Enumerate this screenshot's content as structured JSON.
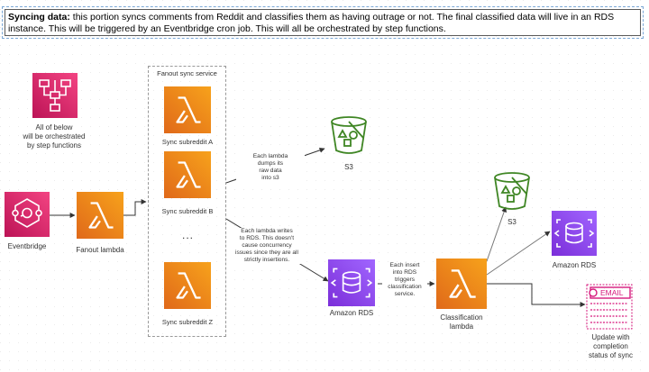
{
  "note": {
    "bold": "Syncing data:",
    "text": " this portion syncs comments from Reddit and classifies them as having outrage or not. The final classified data will live in an RDS instance. This will be triggered by an Eventbridge cron job. This will all be orchestrated by step functions."
  },
  "step_functions": {
    "label_lines": [
      "All of below",
      "will be orchestrated",
      "by step functions"
    ]
  },
  "eventbridge": {
    "label": "Eventbridge"
  },
  "fanout_lambda": {
    "label": "Fanout lambda"
  },
  "group": {
    "title": "Fanout sync service"
  },
  "sync_a": {
    "label": "Sync subreddit A"
  },
  "sync_b": {
    "label": "Sync subreddit B"
  },
  "sync_z": {
    "label": "Sync subreddit Z"
  },
  "ellipsis": "...",
  "s3_top": {
    "label": "S3"
  },
  "rds_mid": {
    "label": "Amazon RDS"
  },
  "classification": {
    "label_lines": [
      "Classification",
      "lambda"
    ]
  },
  "s3_right": {
    "label": "S3"
  },
  "rds_right": {
    "label": "Amazon RDS"
  },
  "email": {
    "badge": "EMAIL",
    "label_lines": [
      "Update with",
      "completion",
      "status of sync"
    ]
  },
  "edge_labels": {
    "dump": [
      "Each lambda",
      "dumps its",
      "raw data",
      "into s3"
    ],
    "rds_write": [
      "Each lambda writes",
      "to RDS. This doesn't",
      "cause concurrency",
      "issues since they are all",
      "strictly insertions."
    ],
    "insert": [
      "Each insert",
      "into RDS",
      "triggers",
      "classification",
      "service."
    ]
  },
  "colors": {
    "lambda_top": "#f7a21b",
    "lambda_bottom": "#e0691a",
    "pink_top": "#f34482",
    "pink_bottom": "#bc1356",
    "purple_top": "#a166ff",
    "purple_bottom": "#7b2ed9",
    "s3_green": "#3f8624",
    "email_pink": "#d6197d"
  }
}
